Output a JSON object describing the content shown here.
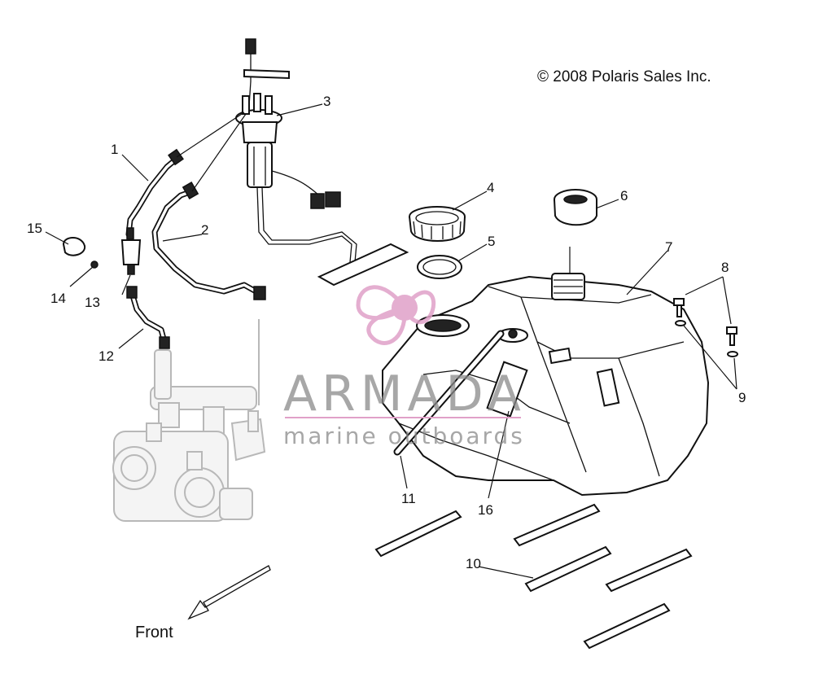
{
  "copyright": "© 2008 Polaris Sales Inc.",
  "direction_label": "Front",
  "watermark": {
    "brand": "ARMADA",
    "tagline": "marine outboards",
    "accent_color": "#e0a0c8",
    "text_color": "#8a8a8a"
  },
  "callouts": [
    "1",
    "2",
    "3",
    "4",
    "5",
    "6",
    "7",
    "8",
    "9",
    "10",
    "11",
    "12",
    "13",
    "14",
    "15",
    "16"
  ]
}
